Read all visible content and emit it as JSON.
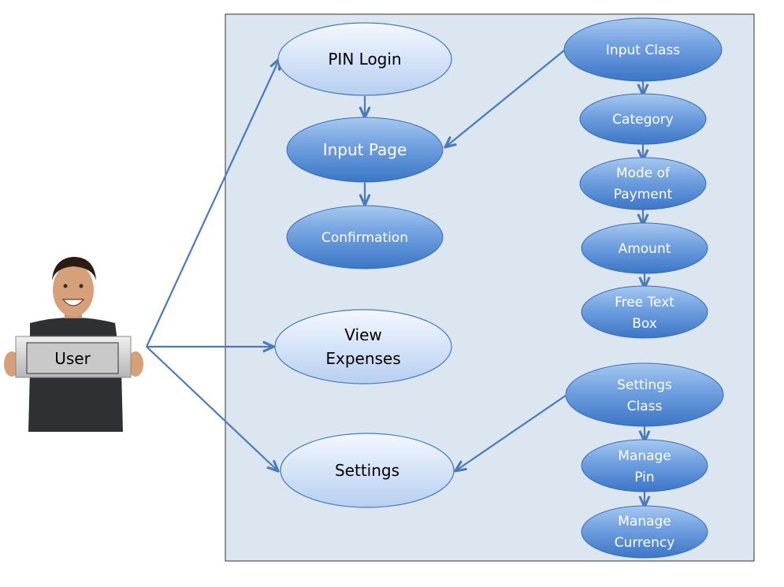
{
  "actor": {
    "label": "User"
  },
  "nodes": {
    "pin_login": "PIN Login",
    "input_page": "Input Page",
    "confirmation": "Confirmation",
    "view_expenses": [
      "View",
      "Expenses"
    ],
    "settings": "Settings",
    "input_class": "Input Class",
    "category": "Category",
    "mode_of_payment": [
      "Mode of",
      "Payment"
    ],
    "amount": "Amount",
    "free_text_box": [
      "Free Text",
      "Box"
    ],
    "settings_class": [
      "Settings",
      "Class"
    ],
    "manage_pin": [
      "Manage",
      "Pin"
    ],
    "manage_currency": [
      "Manage",
      "Currency"
    ]
  },
  "colors": {
    "light_node_top": "#f2f7ff",
    "light_node_bottom": "#b9d1f2",
    "dark_node_top": "#9cc2ef",
    "dark_node_bottom": "#3f79c9",
    "arrow": "#4a7ab8",
    "system_box": "#dce6f1"
  }
}
